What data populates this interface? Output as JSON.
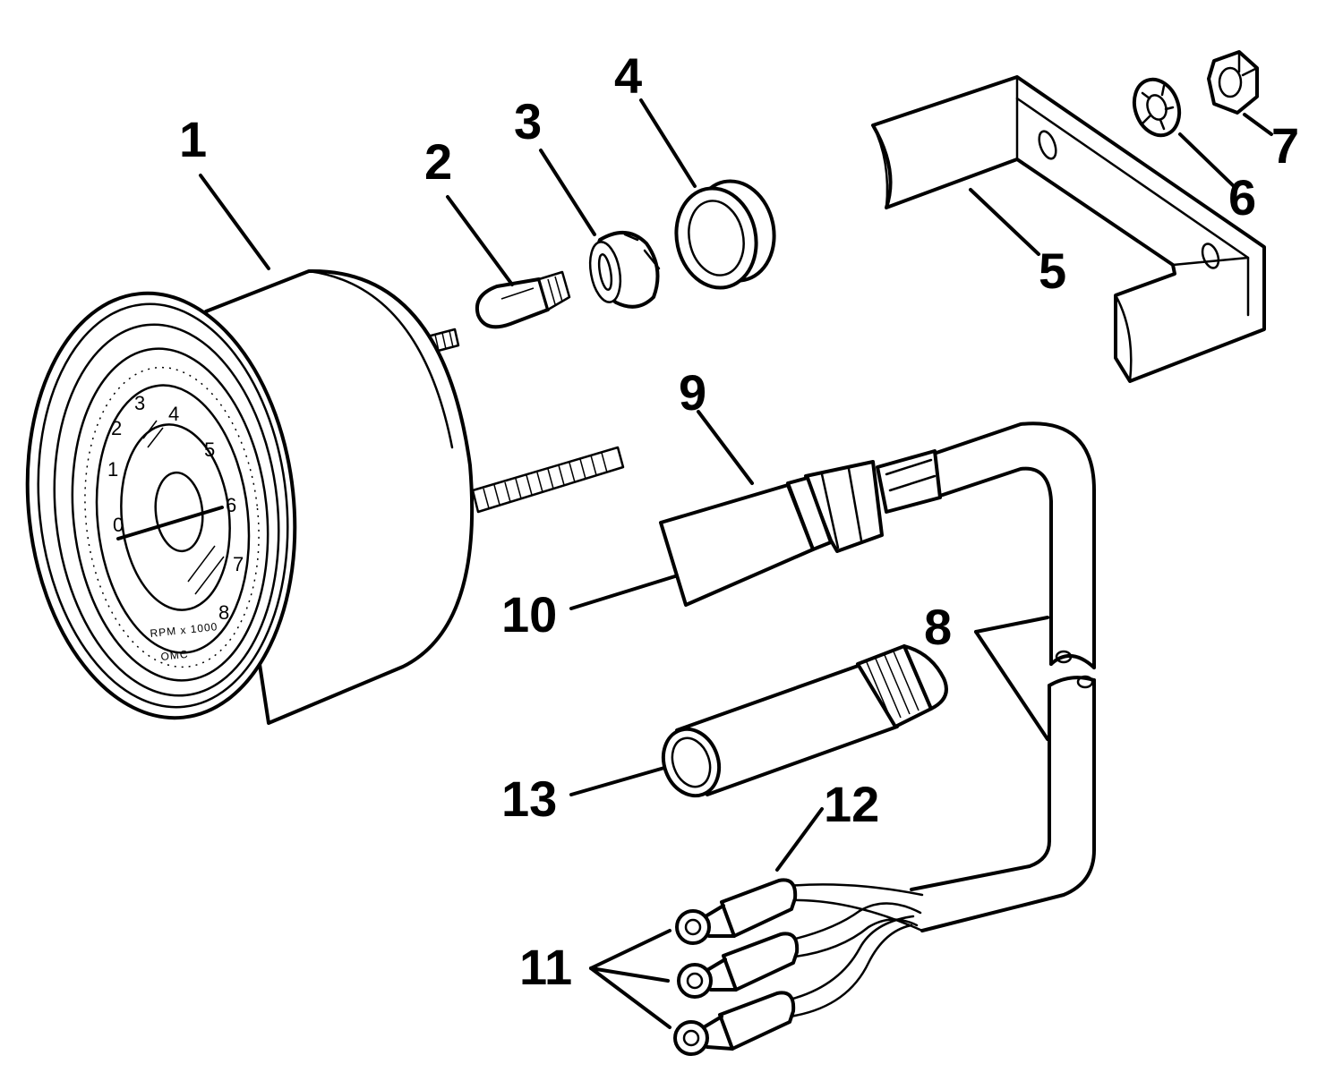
{
  "callouts": [
    {
      "id": "1",
      "label": "1"
    },
    {
      "id": "2",
      "label": "2"
    },
    {
      "id": "3",
      "label": "3"
    },
    {
      "id": "4",
      "label": "4"
    },
    {
      "id": "5",
      "label": "5"
    },
    {
      "id": "6",
      "label": "6"
    },
    {
      "id": "7",
      "label": "7"
    },
    {
      "id": "8",
      "label": "8"
    },
    {
      "id": "9",
      "label": "9"
    },
    {
      "id": "10",
      "label": "10"
    },
    {
      "id": "11",
      "label": "11"
    },
    {
      "id": "12",
      "label": "12"
    },
    {
      "id": "13",
      "label": "13"
    }
  ],
  "gauge": {
    "dial_numbers": [
      "0",
      "1",
      "2",
      "3",
      "4",
      "5",
      "6",
      "7",
      "8"
    ],
    "unit_text": "RPM x 1000",
    "brand_text": "OMC"
  }
}
